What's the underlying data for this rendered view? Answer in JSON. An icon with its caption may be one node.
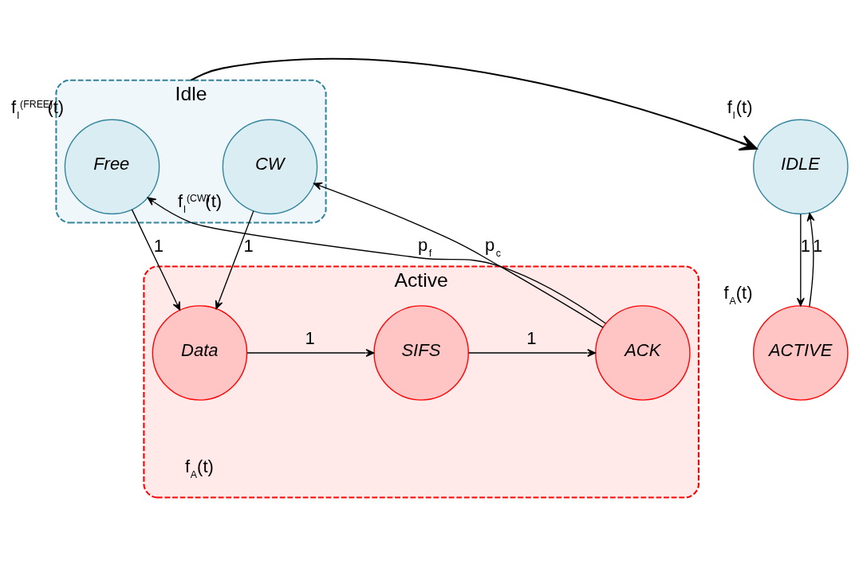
{
  "diagram": {
    "nodes": [
      {
        "text": [
          "Idle"
        ]
      },
      {
        "text": [
          "Free"
        ],
        "in": 0,
        "beside": [
          "f$_{I}$$^{(FREE)}$(t)"
        ]
      },
      {
        "text": [
          "CW"
        ],
        "in": 0,
        "beside": [
          "f$_{I}$$^{(CW)}$(t)"
        ]
      },
      {
        "text": [
          "Active"
        ],
        "beside": [
          "f$_{A}$(t)"
        ]
      },
      {
        "text": [
          "Data"
        ],
        "in": 3
      },
      {
        "text": [
          "SIFS"
        ],
        "in": 3
      },
      {
        "text": [
          "ACK"
        ],
        "in": 3
      },
      {
        "text": [
          "IDLE"
        ],
        "beside": [
          "f$_{I}$(t)"
        ]
      },
      {
        "text": [
          "ACTIVE"
        ],
        "beside": [
          "f$_{A}$(t)"
        ]
      }
    ],
    "edges": [
      {
        "from": 1,
        "to": 4,
        "arrow": "to",
        "label": "1"
      },
      {
        "from": 2,
        "to": 4,
        "arrow": "to",
        "label": "1"
      },
      {
        "from": 4,
        "to": 5,
        "arrow": "to",
        "label": "1"
      },
      {
        "from": 5,
        "to": 6,
        "arrow": "to",
        "label": "1"
      },
      {
        "from": 6,
        "to": 2,
        "arrow": "to",
        "label": "p$_{c}$"
      },
      {
        "from": 6,
        "to": 1,
        "arrow": "to",
        "label": "p$_{f}$"
      },
      {
        "from": 0,
        "to": 7,
        "arrow": "to"
      },
      {
        "from": 7,
        "to": 8,
        "arrow": "to",
        "label": "1"
      },
      {
        "from": 8,
        "to": 7,
        "arrow": "to",
        "label": "1"
      }
    ]
  }
}
